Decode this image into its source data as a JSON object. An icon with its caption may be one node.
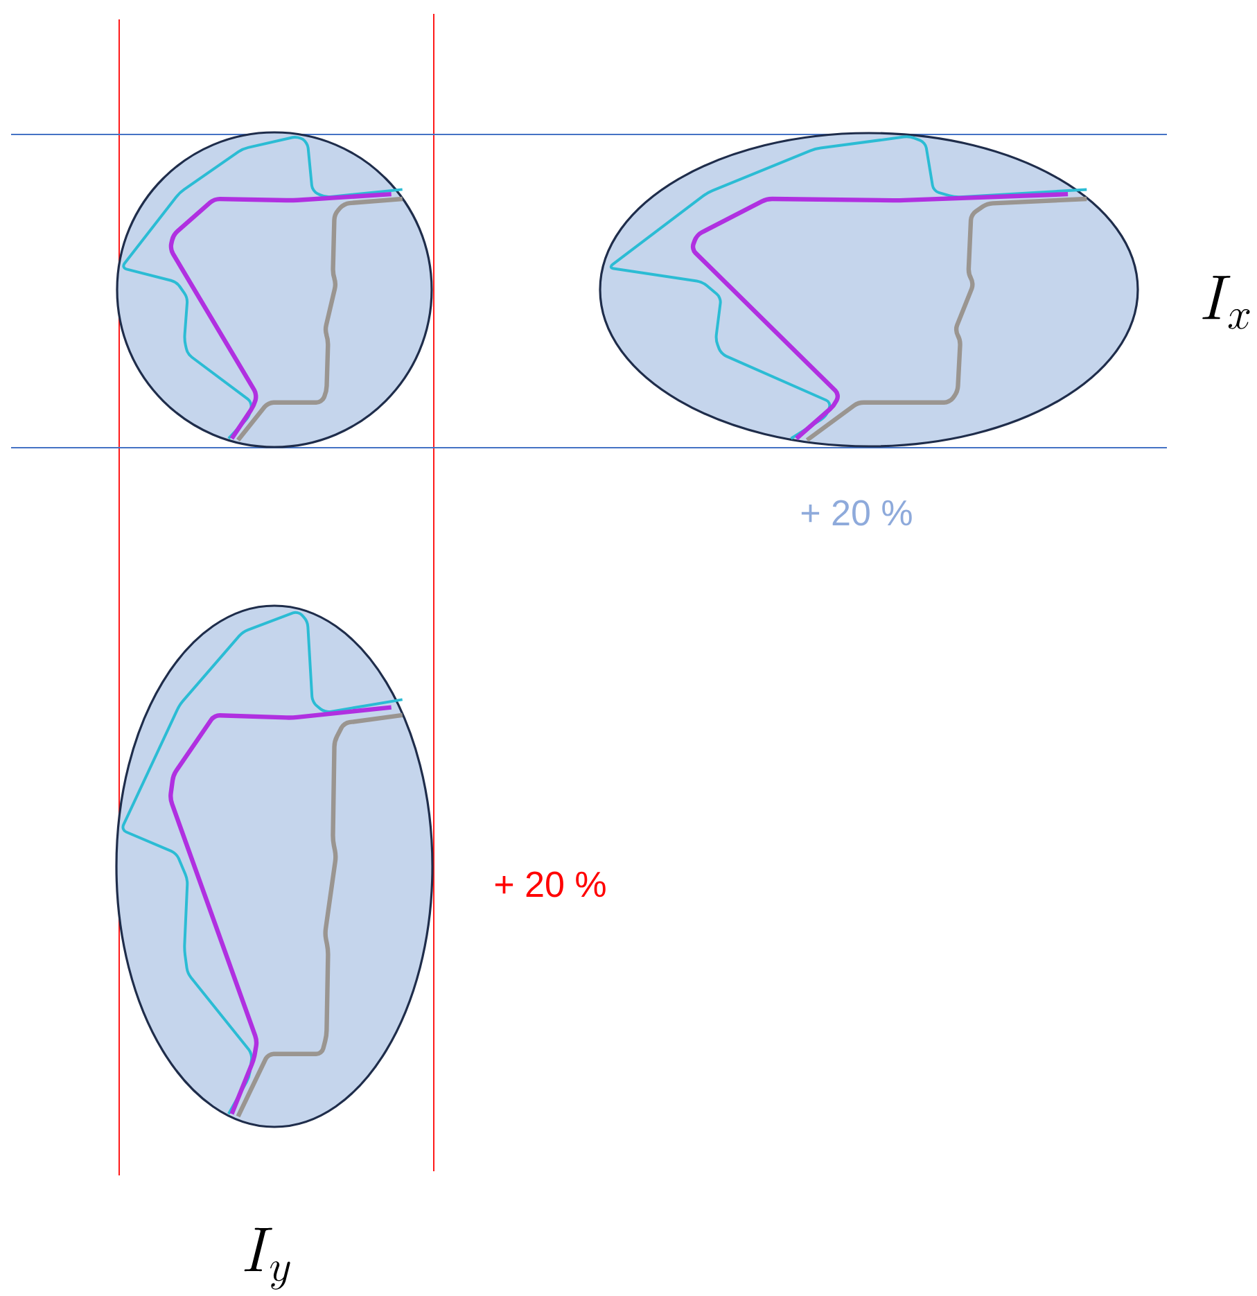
{
  "diagram": {
    "nodes": [
      {
        "text": [],
        "shape": "circle"
      },
      {
        "text": [],
        "shape": "ellipse",
        "beside": [
          "+ 20 %"
        ]
      },
      {
        "text": [],
        "shape": "ellipse",
        "beside": [
          "+ 20 %"
        ]
      }
    ],
    "labels": [
      "I_x",
      "I_y"
    ]
  }
}
